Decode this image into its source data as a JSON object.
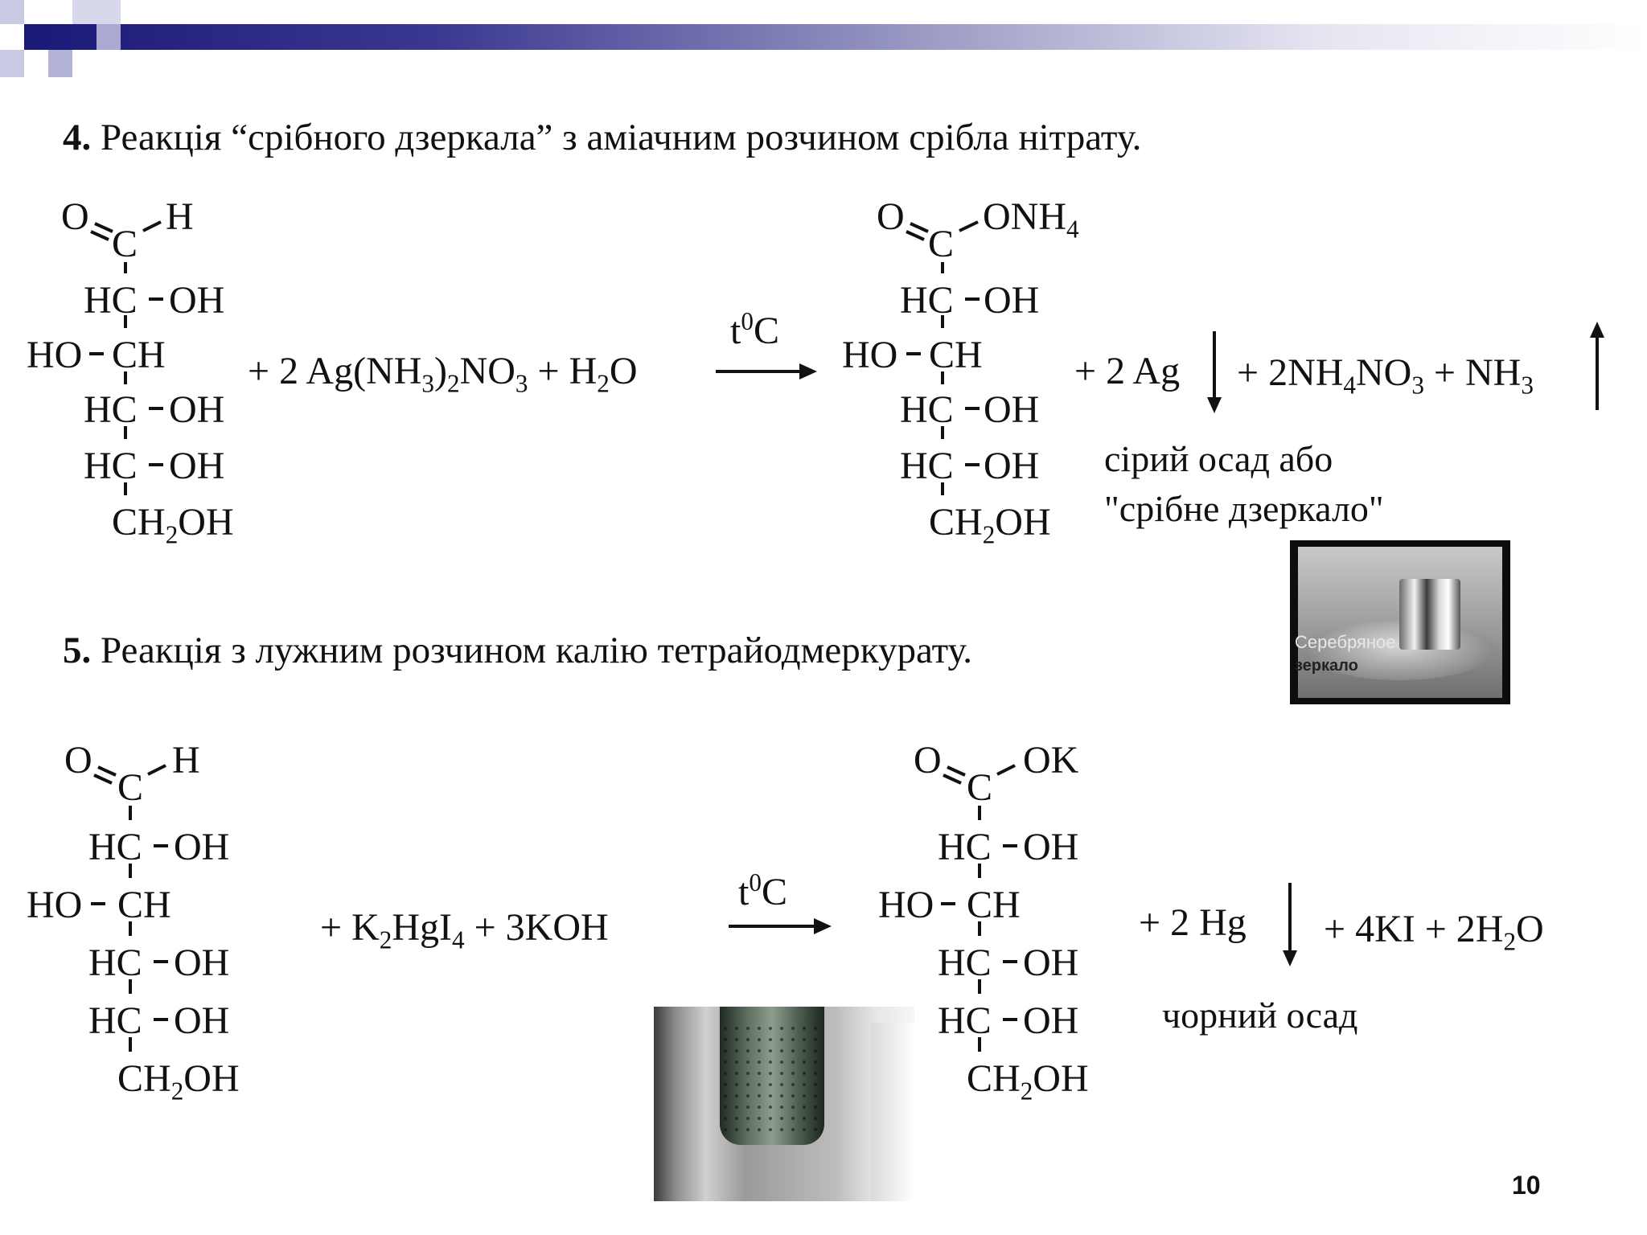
{
  "slide": {
    "page_number": "10",
    "header_gradient": [
      "#1c1a78",
      "#ffffff"
    ]
  },
  "section4": {
    "num": "4.",
    "title": " Реакція  “срібного дзеркала” з аміачним розчином срібла нітрату.",
    "reactant": {
      "top_O": "O",
      "top_C": "C",
      "top_H": "H",
      "rows": [
        {
          "left": "HC",
          "right": "OH"
        },
        {
          "left": "HO",
          "right": "CH"
        },
        {
          "left": "HC",
          "right": "OH"
        },
        {
          "left": "HC",
          "right": "OH"
        }
      ],
      "bottom": {
        "a": "CH",
        "sub": "2",
        "b": "OH"
      }
    },
    "reagent": {
      "a": "+ 2 Ag(NH",
      "s1": "3",
      "b": ")",
      "s2": "2",
      "c": "NO",
      "s3": "3",
      "d": " + H",
      "s4": "2",
      "e": "O"
    },
    "condition": {
      "a": "t",
      "sup": "0",
      "b": "C"
    },
    "product": {
      "top_O": "O",
      "top_C": "C",
      "top_R": "ONH",
      "top_R_sub": "4",
      "rows": [
        {
          "left": "HC",
          "right": "OH"
        },
        {
          "left": "HO",
          "right": "CH"
        },
        {
          "left": "HC",
          "right": "OH"
        },
        {
          "left": "HC",
          "right": "OH"
        }
      ],
      "bottom": {
        "a": "CH",
        "sub": "2",
        "b": "OH"
      }
    },
    "byproduct1": "+ 2 Ag",
    "byproduct2": {
      "a": "+ 2NH",
      "s1": "4",
      "b": "NO",
      "s2": "3",
      "c": " + NH",
      "s3": "3"
    },
    "note_line1": "сірий осад або",
    "note_line2": "\"срібне дзеркало\"",
    "photo_caption_line1": "Серебряное",
    "photo_caption_line2": "зеркало"
  },
  "section5": {
    "num": "5.",
    "title": " Реакція з лужним розчином калію тетрайодмеркурату.",
    "reactant": {
      "top_O": "O",
      "top_C": "C",
      "top_H": "H",
      "rows": [
        {
          "left": "HC",
          "right": "OH"
        },
        {
          "left": "HO",
          "right": "CH"
        },
        {
          "left": "HC",
          "right": "OH"
        },
        {
          "left": "HC",
          "right": "OH"
        }
      ],
      "bottom": {
        "a": "CH",
        "sub": "2",
        "b": "OH"
      }
    },
    "reagent": {
      "a": "+  K",
      "s1": "2",
      "b": "HgI",
      "s2": "4",
      "c": "  +  3KOH"
    },
    "condition": {
      "a": "t",
      "sup": "0",
      "b": "C"
    },
    "product": {
      "top_O": "O",
      "top_C": "C",
      "top_R": "OK",
      "rows": [
        {
          "left": "HC",
          "right": "OH"
        },
        {
          "left": "HO",
          "right": "CH"
        },
        {
          "left": "HC",
          "right": "OH"
        },
        {
          "left": "HC",
          "right": "OH"
        }
      ],
      "bottom": {
        "a": "CH",
        "sub": "2",
        "b": "OH"
      }
    },
    "byproduct1": "+  2 Hg",
    "byproduct2": {
      "a": "+  4KI  +  2H",
      "s1": "2",
      "b": "O"
    },
    "note": "чорний осад"
  }
}
